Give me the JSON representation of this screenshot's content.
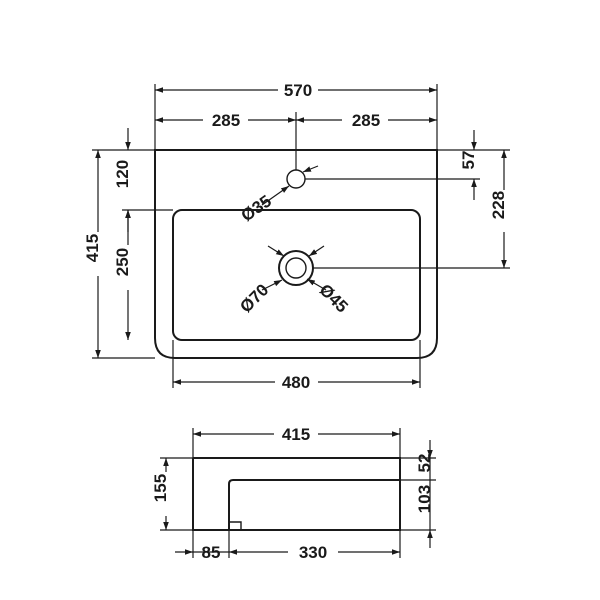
{
  "plan_view": {
    "overall_width": "570",
    "half_width_left": "285",
    "half_width_right": "285",
    "overall_depth": "415",
    "front_to_bowl": "120",
    "bowl_depth": "250",
    "tap_hole_offset": "57",
    "waste_offset": "228",
    "bowl_width": "480",
    "tap_hole_diameter": "Ø35",
    "waste_outer_diameter": "Ø70",
    "waste_inner_diameter": "Ø45"
  },
  "side_view": {
    "overall_depth": "415",
    "height": "155",
    "rim_thickness": "52",
    "bowl_height": "103",
    "rear_offset": "85",
    "bowl_length": "330"
  }
}
